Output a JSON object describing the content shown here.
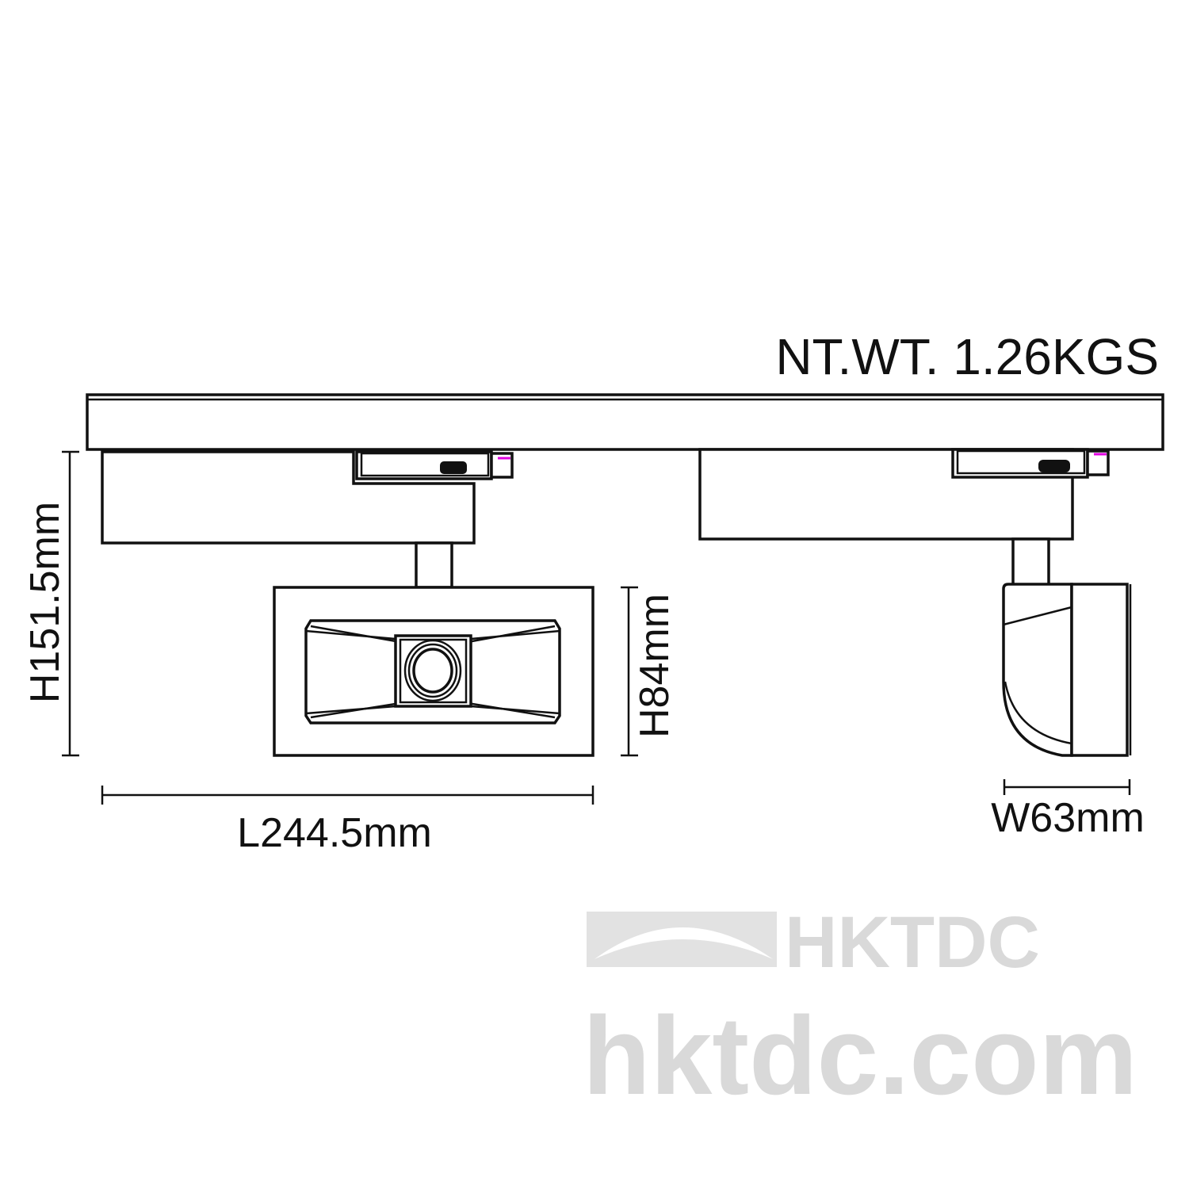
{
  "title": "NT.WT. 1.26KGS",
  "dimensions": {
    "height_total": "H151.5mm",
    "height_head": "H84mm",
    "length": "L244.5mm",
    "width": "W63mm"
  },
  "watermark": {
    "logo_text": "HKTDC",
    "site_text": "hktdc.com"
  },
  "colors": {
    "line": "#111111",
    "watermark": "#d9d9d9",
    "accent": "#e000e0"
  }
}
